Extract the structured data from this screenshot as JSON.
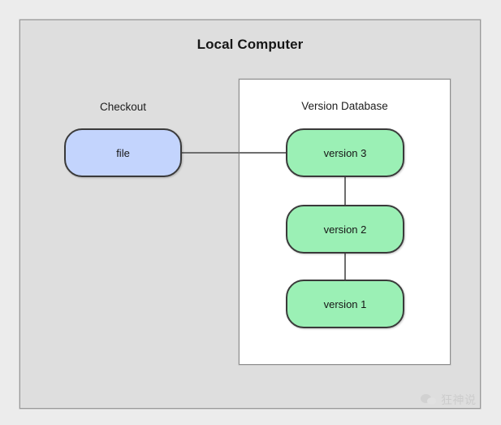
{
  "diagram": {
    "title": "Local Computer",
    "outer_fill": "#dedede",
    "outer_border": "#9a9a9a"
  },
  "checkout": {
    "label": "Checkout",
    "node_label": "file",
    "node_fill": "#c3d4fd",
    "node_border": "#3a3a3a"
  },
  "version_database": {
    "label": "Version Database",
    "panel_fill": "#ffffff",
    "node_fill": "#9bf0b5",
    "node_border": "#3a3a3a",
    "versions": [
      {
        "label": "version 3"
      },
      {
        "label": "version 2"
      },
      {
        "label": "version 1"
      }
    ]
  },
  "connections": [
    {
      "from": "file",
      "to": "version 3",
      "orientation": "horizontal"
    },
    {
      "from": "version 3",
      "to": "version 2",
      "orientation": "vertical"
    },
    {
      "from": "version 2",
      "to": "version 1",
      "orientation": "vertical"
    }
  ],
  "watermark": {
    "icon": "wechat-icon",
    "text": "狂神说",
    "color": "#c9c9c9"
  }
}
